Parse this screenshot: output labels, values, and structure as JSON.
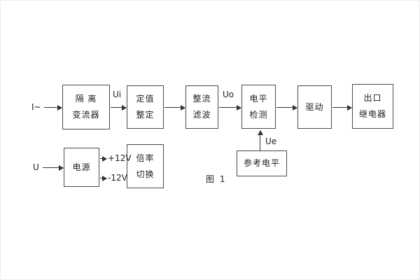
{
  "figure": {
    "caption": "图 1"
  },
  "labels": {
    "input_current": "I~",
    "input_voltage": "U",
    "ui": "Ui",
    "uo": "Uo",
    "ue": "Ue",
    "plus12": "+12V",
    "minus12": "-12V"
  },
  "blocks": {
    "isolation": {
      "line1": "隔 离",
      "line2": "变流器"
    },
    "setpoint": {
      "line1": "定值",
      "line2": "整定"
    },
    "rectify": {
      "line1": "整流",
      "line2": "滤波"
    },
    "level": {
      "line1": "电平",
      "line2": "检测"
    },
    "drive": {
      "line1": "驱动"
    },
    "relay": {
      "line1": "出口",
      "line2": "继电器"
    },
    "power": {
      "line1": "电源"
    },
    "multiplier": {
      "line1": "倍率",
      "line2": "切换"
    },
    "reference": {
      "line1": "参考电平"
    }
  }
}
